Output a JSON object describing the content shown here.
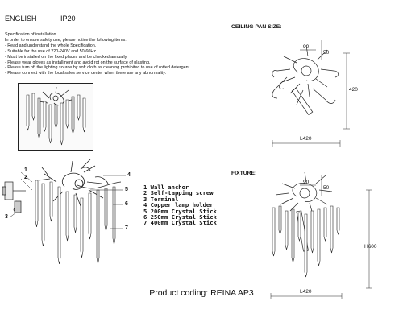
{
  "header": {
    "language": "ENGLISH",
    "ip_rating": "IP20"
  },
  "spec": {
    "title": "Specification of installation",
    "lines": [
      "In order to ensure safety use, please notice the following items:",
      "- Read and understand the whole Specification.",
      "- Suitable for the use of 220-240V and 50-60Hz.",
      "- Must be installed on the fixed places and be checked annually.",
      "- Please wear gloves as installment and avoid rot on the surface of plasting.",
      "- Please turn off the lighting source by soft cloth as cleaning prohibited to use of rotted detergent.",
      "- Please connect with the local sales service center when there are any abnormality."
    ]
  },
  "ceiling": {
    "title": "CEILING PAN SIZE:",
    "dim_top": "90",
    "dim_right": "50",
    "dim_height": "420",
    "dim_width": "L420"
  },
  "fixture": {
    "title": "FIXTURE:",
    "dim_top": "90",
    "dim_right": "50",
    "dim_height": "H600",
    "dim_width": "L420"
  },
  "parts": {
    "callouts": [
      "1",
      "2",
      "3",
      "4",
      "5",
      "6",
      "7"
    ],
    "items": [
      "1 Wall anchor",
      "2 Self-tapping screw",
      "3 Terminal",
      "4  Copper lamp holder",
      "5 200mm Crystal Stick",
      "6 250mm Crystal Stick",
      "7 400mm Crystal Stick"
    ]
  },
  "product_coding": "Product coding: REINA AP3"
}
